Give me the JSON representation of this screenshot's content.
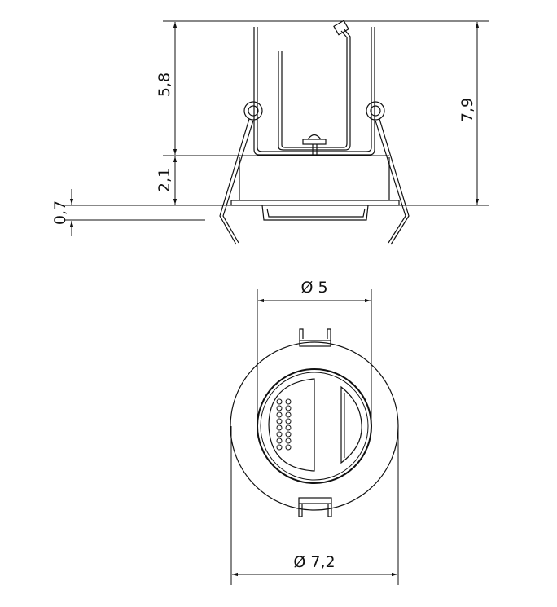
{
  "side_view": {
    "dimensions": {
      "bracket_height": "5,8",
      "body_height": "2,1",
      "total_height": "7,9",
      "flange_depth": "0,7"
    }
  },
  "front_view": {
    "dimensions": {
      "cutout_diameter": "Ø 5",
      "outer_diameter": "Ø 7,2"
    },
    "led_dot_count": 16
  }
}
